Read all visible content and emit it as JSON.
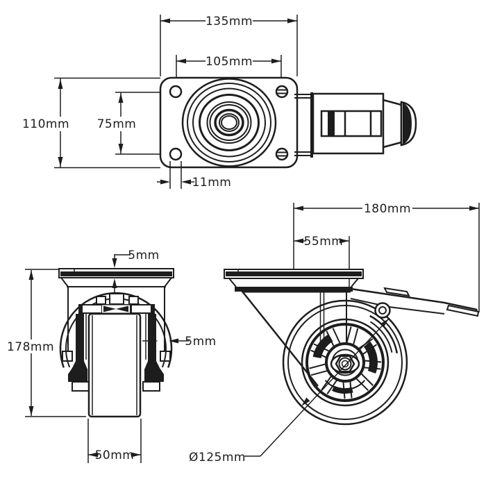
{
  "page": {
    "background": "#ffffff",
    "line_color": "#1d1d1d",
    "kind": "technical dimension drawing",
    "subject": "swivel plate caster wheel with brake - three orthographic views"
  },
  "labels": {
    "top": {
      "overall_width": "135mm",
      "bolt_spacing_width": "105mm",
      "overall_depth": "110mm",
      "bolt_spacing_depth": "75mm",
      "bolt_hole_diameter": "11mm"
    },
    "front": {
      "plate_thickness": "5mm",
      "overall_height": "178mm",
      "bracket_thickness": "5mm",
      "wheel_width": "50mm"
    },
    "side": {
      "overall_length": "180mm",
      "swivel_offset": "55mm",
      "wheel_diameter": "Ø125mm"
    }
  }
}
